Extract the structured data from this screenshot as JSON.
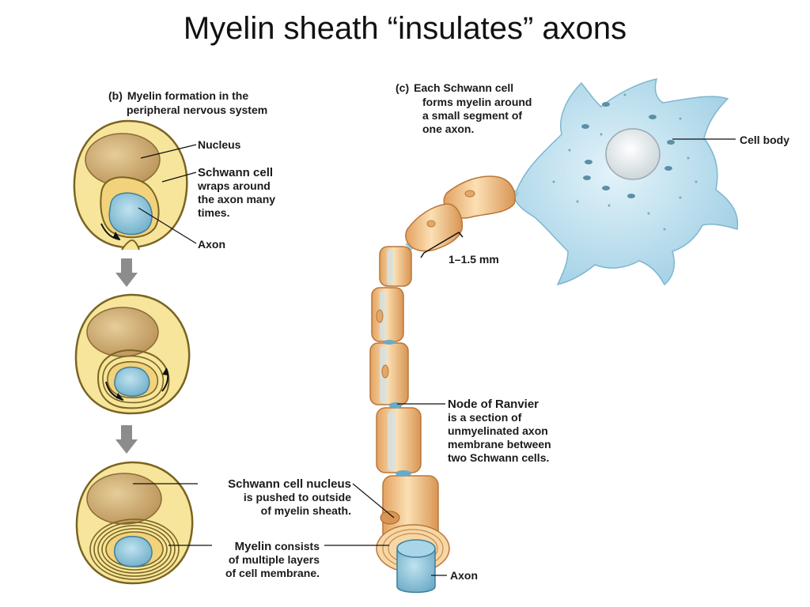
{
  "slide": {
    "title": "Myelin sheath “insulates” axons"
  },
  "panel_b": {
    "tag": "(b)",
    "caption_line1": "Myelin formation in the",
    "caption_line2": "peripheral nervous system",
    "labels": {
      "nucleus": "Nucleus",
      "schwann_title": "Schwann cell",
      "schwann_line2": "wraps around",
      "schwann_line3": "the axon many",
      "schwann_line4": "times.",
      "axon": "Axon",
      "snucleus_title": "Schwann cell nucleus",
      "snucleus_line2": "is pushed to outside",
      "snucleus_line3": "of myelin sheath.",
      "myelin_title": "Myelin",
      "myelin_rest": " consists",
      "myelin_line2": "of multiple layers",
      "myelin_line3": "of cell membrane."
    }
  },
  "panel_c": {
    "tag": "(c)",
    "caption_line1": "Each Schwann cell",
    "caption_line2": "forms myelin around",
    "caption_line3": "a small segment of",
    "caption_line4": "one axon.",
    "labels": {
      "cell_body": "Cell body",
      "segment_length": "1–1.5 mm",
      "node_title": "Node of Ranvier",
      "node_line2": "is a section of",
      "node_line3": "unmyelinated axon",
      "node_line4": "membrane between",
      "node_line5": "two Schwann cells.",
      "axon": "Axon"
    }
  },
  "colors": {
    "cell_fill": "#f6e59a",
    "cell_edge": "#6b5a1e",
    "nucleus": "#d2b27c",
    "axon": "#8ec6dc",
    "neuron": "#bfe0ef",
    "sheath": "#f2c48a"
  }
}
